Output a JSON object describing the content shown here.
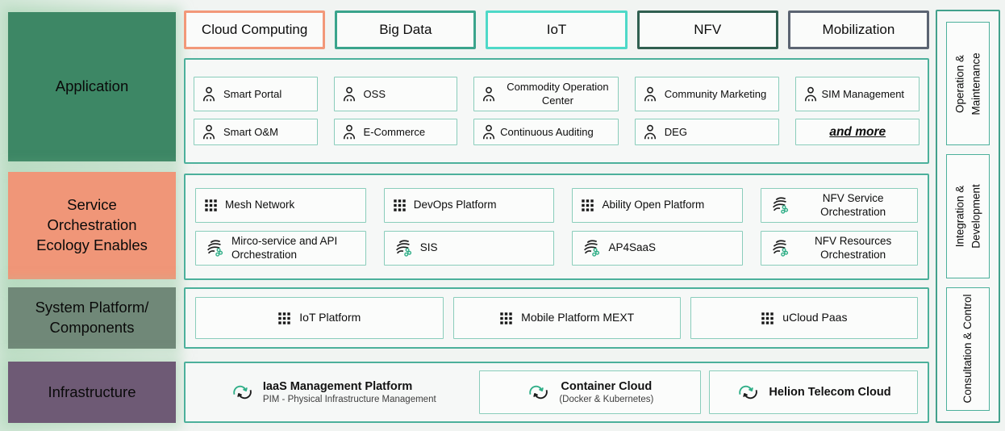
{
  "left_column": {
    "items": [
      {
        "label": "Application",
        "color": "#3d8765"
      },
      {
        "label": "Service\nOrchestration\nEcology Enables",
        "color": "#f09678"
      },
      {
        "label": "System Platform/\nComponents",
        "color": "#708878"
      },
      {
        "label": "Infrastructure",
        "color": "#6e5a75"
      }
    ]
  },
  "top_chips": [
    {
      "label": "Cloud Computing",
      "border": "#f29879"
    },
    {
      "label": "Big Data",
      "border": "#3aa48c"
    },
    {
      "label": "IoT",
      "border": "#4ed9c8"
    },
    {
      "label": "NFV",
      "border": "#305f50"
    },
    {
      "label": "Mobilization",
      "border": "#5b6472"
    }
  ],
  "application": {
    "items": [
      {
        "icon": "person-icon",
        "label": "Smart Portal"
      },
      {
        "icon": "person-icon",
        "label": "OSS"
      },
      {
        "icon": "person-icon",
        "label": "Commodity Operation Center"
      },
      {
        "icon": "person-icon",
        "label": "Community Marketing"
      },
      {
        "icon": "person-icon",
        "label": "SIM Management"
      },
      {
        "icon": "person-icon",
        "label": "Smart O&M"
      },
      {
        "icon": "person-icon",
        "label": "E-Commerce"
      },
      {
        "icon": "person-icon",
        "label": "Continuous Auditing"
      },
      {
        "icon": "person-icon",
        "label": "DEG"
      },
      {
        "icon": "",
        "label": "and more"
      }
    ]
  },
  "services": {
    "items": [
      {
        "icon": "grid-icon",
        "label": "Mesh Network"
      },
      {
        "icon": "grid-icon",
        "label": "DevOps Platform"
      },
      {
        "icon": "grid-icon",
        "label": "Ability Open Platform"
      },
      {
        "icon": "orchestration-icon",
        "label": "NFV Service Orchestration"
      },
      {
        "icon": "orchestration-icon",
        "label": "Mirco-service and API Orchestration"
      },
      {
        "icon": "orchestration-icon",
        "label": "SIS"
      },
      {
        "icon": "orchestration-icon",
        "label": "AP4SaaS"
      },
      {
        "icon": "orchestration-icon",
        "label": "NFV Resources Orchestration"
      }
    ]
  },
  "system": {
    "items": [
      {
        "icon": "grid-icon",
        "label": "IoT Platform"
      },
      {
        "icon": "grid-icon",
        "label": "Mobile Platform MEXT"
      },
      {
        "icon": "grid-icon",
        "label": "uCloud Paas"
      }
    ]
  },
  "infrastructure": {
    "items": [
      {
        "icon": "cloud-sync-icon",
        "title": "IaaS Management Platform",
        "subtitle": "PIM - Physical Infrastructure Management"
      },
      {
        "icon": "cloud-sync-icon",
        "title": "Container Cloud",
        "subtitle": "(Docker & Kubernetes)"
      },
      {
        "icon": "cloud-sync-icon",
        "title": "Helion Telecom Cloud",
        "subtitle": ""
      }
    ]
  },
  "right_column": {
    "items": [
      {
        "line1": "Operation &",
        "line2": "Maintenance"
      },
      {
        "line1": "Integration &",
        "line2": "Development"
      },
      {
        "line1": "Consultation & Control",
        "line2": ""
      }
    ]
  },
  "palette": {
    "background": "#f1f4f2",
    "panel_border": "#4cb09b",
    "item_border": "#8acdbb",
    "panel_fill": "#f6f8f7",
    "item_fill": "#fbfcfb",
    "icon_green": "#2fae87"
  }
}
